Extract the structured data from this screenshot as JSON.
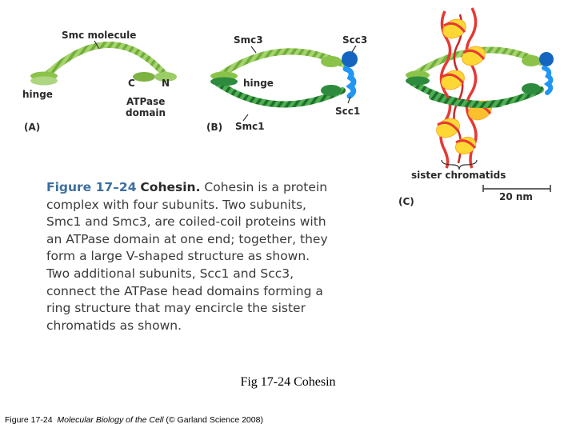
{
  "panels": {
    "a": {
      "panel_label": "(A)",
      "smc_molecule": "Smc molecule",
      "hinge": "hinge",
      "c_terminus": "C",
      "n_terminus": "N",
      "atpase_line1": "ATPase",
      "atpase_line2": "domain"
    },
    "b": {
      "panel_label": "(B)",
      "smc3": "Smc3",
      "scc3": "Scc3",
      "hinge": "hinge",
      "scc1": "Scc1",
      "smc1": "Smc1"
    },
    "c": {
      "panel_label": "(C)",
      "sister_chromatids": "sister chromatids",
      "scale_bar": "20 nm"
    }
  },
  "legend": {
    "figure_number": "Figure 17–24",
    "title": "Cohesin.",
    "body": "Cohesin is a protein complex with four subunits. Two subunits, Smc1 and Smc3, are coiled-coil proteins with an ATPase domain at one end; together, they form a large V-shaped structure as shown. Two additional subunits, Scc1 and Scc3, connect the ATPase head domains forming a ring structure that may encircle the sister chromatids as shown."
  },
  "caption": "Fig 17-24 Cohesin",
  "footer": {
    "prefix": "Figure 17-24",
    "book": "Molecular Biology of the Cell",
    "suffix": "(© Garland Science 2008)"
  },
  "colors": {
    "smc_light_green": "#9ccc65",
    "smc_dark_green": "#2e8b3d",
    "scc_blue": "#1e88e5",
    "chromatid_red": "#e53935",
    "nucleosome_yellow": "#fdd835"
  }
}
